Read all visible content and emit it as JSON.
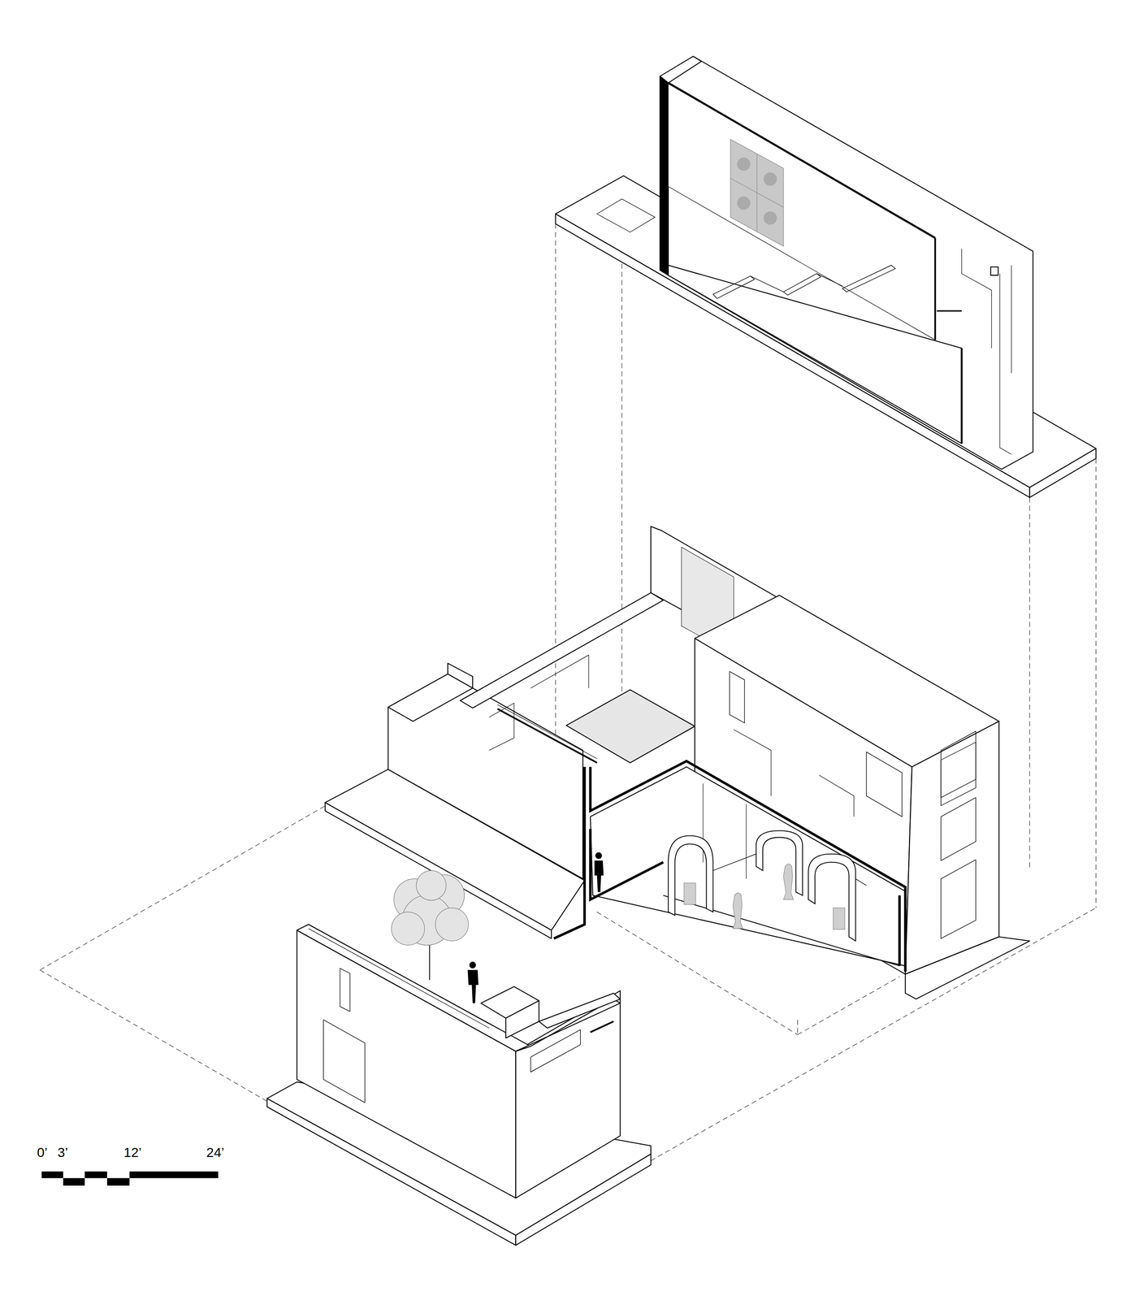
{
  "diagram": {
    "labels": [
      "0’",
      "3’",
      "12’",
      "24’"
    ]
  }
}
